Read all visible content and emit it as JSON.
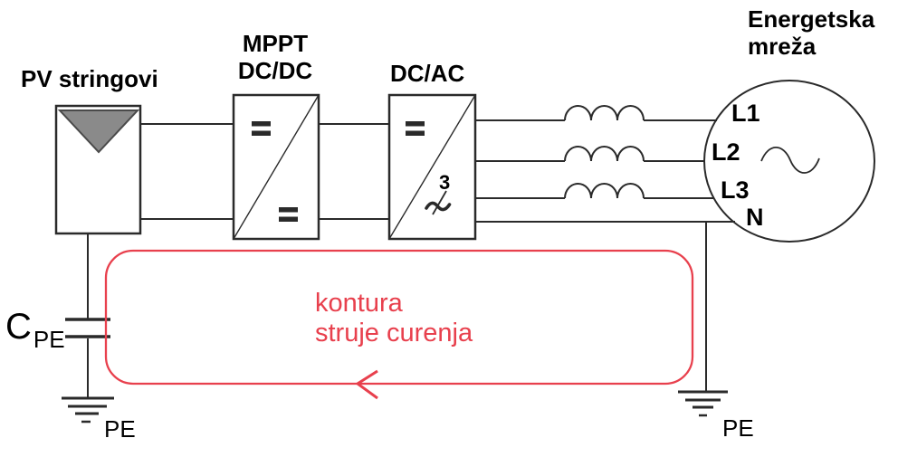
{
  "colors": {
    "line_black": "#2a2a2a",
    "loop_red": "#e8404d",
    "panel_gray": "#8a8a8a",
    "panel_gray_border": "#4a4a4a",
    "text_black": "#000000"
  },
  "blocks": {
    "pv": {
      "label": "PV stringovi"
    },
    "mppt": {
      "label_line1": "MPPT",
      "label_line2": "DC/DC",
      "dc_symbol": "="
    },
    "inverter": {
      "label": "DC/AC",
      "dc_symbol": "=",
      "phase_count": "3",
      "ac_symbol": "~"
    },
    "grid": {
      "label_line1": "Energetska",
      "label_line2": "mreža",
      "phases": [
        "L1",
        "L2",
        "L3"
      ],
      "neutral": "N"
    }
  },
  "capacitor": {
    "label": "C",
    "subscript": "PE"
  },
  "grounds": {
    "left_label": "PE",
    "right_label": "PE"
  },
  "leakage_loop": {
    "label_line1": "kontura",
    "label_line2": "struje curenja"
  },
  "icons": {
    "pv-panel-icon": "rectangle with downward gray triangle",
    "dc-dc-converter-icon": "box with diagonal and = / =",
    "dc-ac-inverter-icon": "box with diagonal, = and 3~",
    "inductor-icon": "three-hump coil",
    "ac-source-icon": "circle with sine wave",
    "capacitor-icon": "two parallel plates",
    "ground-icon": "stacked shrinking bars",
    "loop-arrow-icon": "left-pointing chevron"
  }
}
